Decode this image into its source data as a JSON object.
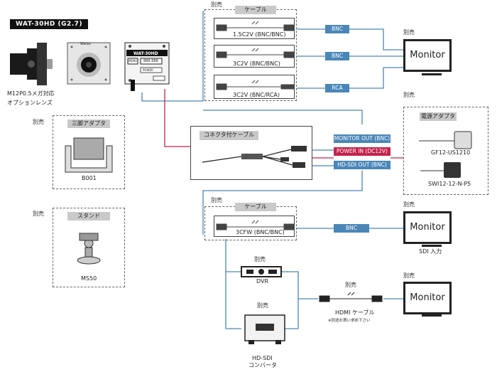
{
  "product_title": "WAT-30HD (G2.7)",
  "lens_caption": [
    "M12P0.5メガ対応",
    "オプションレンズ"
  ],
  "sold_separately": "別売",
  "camera_front_brand": "Watec",
  "camera_back": {
    "model": "WAT-30HD",
    "buttons": "MENU",
    "plate": "888 888",
    "power": "POWER"
  },
  "cable_section_1": {
    "header": "ケーブル",
    "items": [
      {
        "name": "1.5C2V (BNC/BNC)",
        "label": "BNC"
      },
      {
        "name": "3C2V (BNC/BNC)",
        "label": "BNC"
      },
      {
        "name": "3C2V (BNC/RCA)",
        "label": "RCA"
      }
    ]
  },
  "tripod_adapter": {
    "header": "三脚アダプタ",
    "name": "B001"
  },
  "stand": {
    "header": "スタンド",
    "name": "MS50"
  },
  "connector_cable": {
    "header": "コネクタ付ケーブル"
  },
  "outputs": {
    "monitor_out": "MONITOR OUT (BNC)",
    "power_in": "POWER IN (DC12V)",
    "hdsdi_out": "HD-SDI OUT (BNC)"
  },
  "power_adapter": {
    "header": "電源アダプタ",
    "items": [
      "GF12-US1210",
      "SWI12-12-N-P5"
    ]
  },
  "cable_section_2": {
    "header": "ケーブル",
    "item": "3CFW (BNC/BNC)",
    "label": "BNC"
  },
  "monitor_label": "Monitor",
  "sdi_input": "SDI 入力",
  "dvr": "DVR",
  "hdmi_cable": {
    "name": "HDMI ケーブル",
    "note": "※別途お買い求め下さい"
  },
  "converter": [
    "HD-SDI",
    "コンバータ"
  ]
}
